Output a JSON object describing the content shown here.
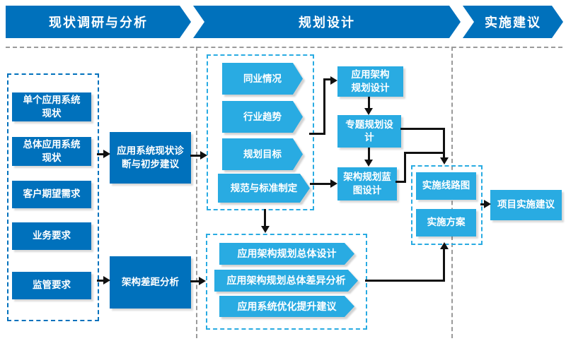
{
  "colors": {
    "primary": "#0071bc",
    "accent": "#29abe2",
    "separator": "#9a9a9a",
    "connector": "#111111",
    "background": "#ffffff"
  },
  "phases": {
    "survey": "现状调研与分析",
    "planning": "规划设计",
    "implementation": "实施建议"
  },
  "survey": {
    "inputs": [
      "单个应用系统\n现状",
      "总体应用系统\n现状",
      "客户期望需求",
      "业务要求",
      "监管要求"
    ],
    "diagnosis": "应用系统现状诊\n断与初步建议",
    "gap_analysis": "架构差距分析"
  },
  "planning": {
    "research": [
      "同业情况",
      "行业趋势",
      "规划目标",
      "规范与标准制定"
    ],
    "design": [
      "应用架构\n规划设计",
      "专题规划设\n计",
      "架构规划蓝\n图设计"
    ],
    "overall": [
      "应用架构规划总体设计",
      "应用架构规划总体差异分析",
      "应用系统优化提升建议"
    ]
  },
  "implementation": {
    "items": [
      "实施线路图",
      "实施方案"
    ],
    "result": "项目实施建议"
  }
}
